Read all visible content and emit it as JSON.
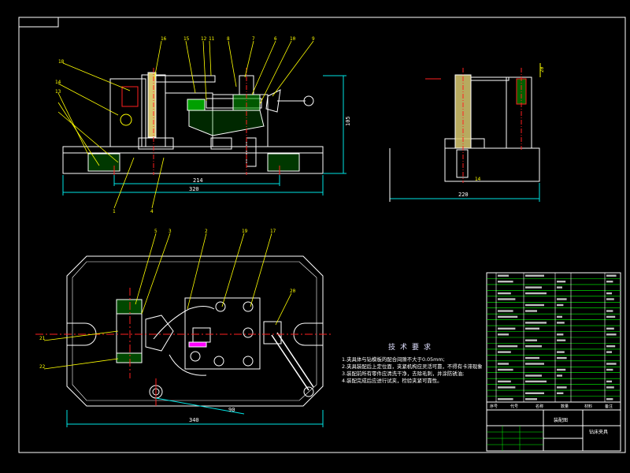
{
  "drawing": {
    "title": "",
    "colors": {
      "background": "#000000",
      "outline": "#ffffff",
      "part": "#ffffff",
      "dimension": "#00e5e5",
      "leader": "#ffff00",
      "center_line": "#ff2020",
      "section_hatch": "#00ff00",
      "highlight": "#ff00ff",
      "table_line": "#00ff00"
    }
  },
  "front_view": {
    "dims": {
      "overall_width": "320",
      "inner_width": "214",
      "height": "105"
    },
    "balloons": [
      "16",
      "15",
      "12",
      "11",
      "8",
      "7",
      "6",
      "10",
      "9",
      "1",
      "4",
      "18",
      "14",
      "13"
    ]
  },
  "side_view": {
    "dims": {
      "width": "220",
      "hole": "14",
      "top": "20"
    }
  },
  "top_view": {
    "dims": {
      "overall_length": "340",
      "center_offset": "90"
    },
    "balloons": [
      "5",
      "3",
      "2",
      "19",
      "17",
      "20",
      "21",
      "22"
    ]
  },
  "technical_requirements": {
    "title": "技术要求",
    "items": [
      "1.夹具体与钻模板的配合间隙不大于0.05mm;",
      "2.夹具装配后上定位面，夹紧机构应灵活可靠，不得有卡滞现象;",
      "3.装配前所有零件应清洗干净，去除毛刺，并涂防锈油;",
      "4.装配完成后应进行试夹，检验夹紧可靠性。"
    ]
  },
  "title_block": {
    "drawing_title": "装配图",
    "product_name": "钻床夹具",
    "header": [
      "序号",
      "代号",
      "名称",
      "数量",
      "材料",
      "备注"
    ]
  }
}
